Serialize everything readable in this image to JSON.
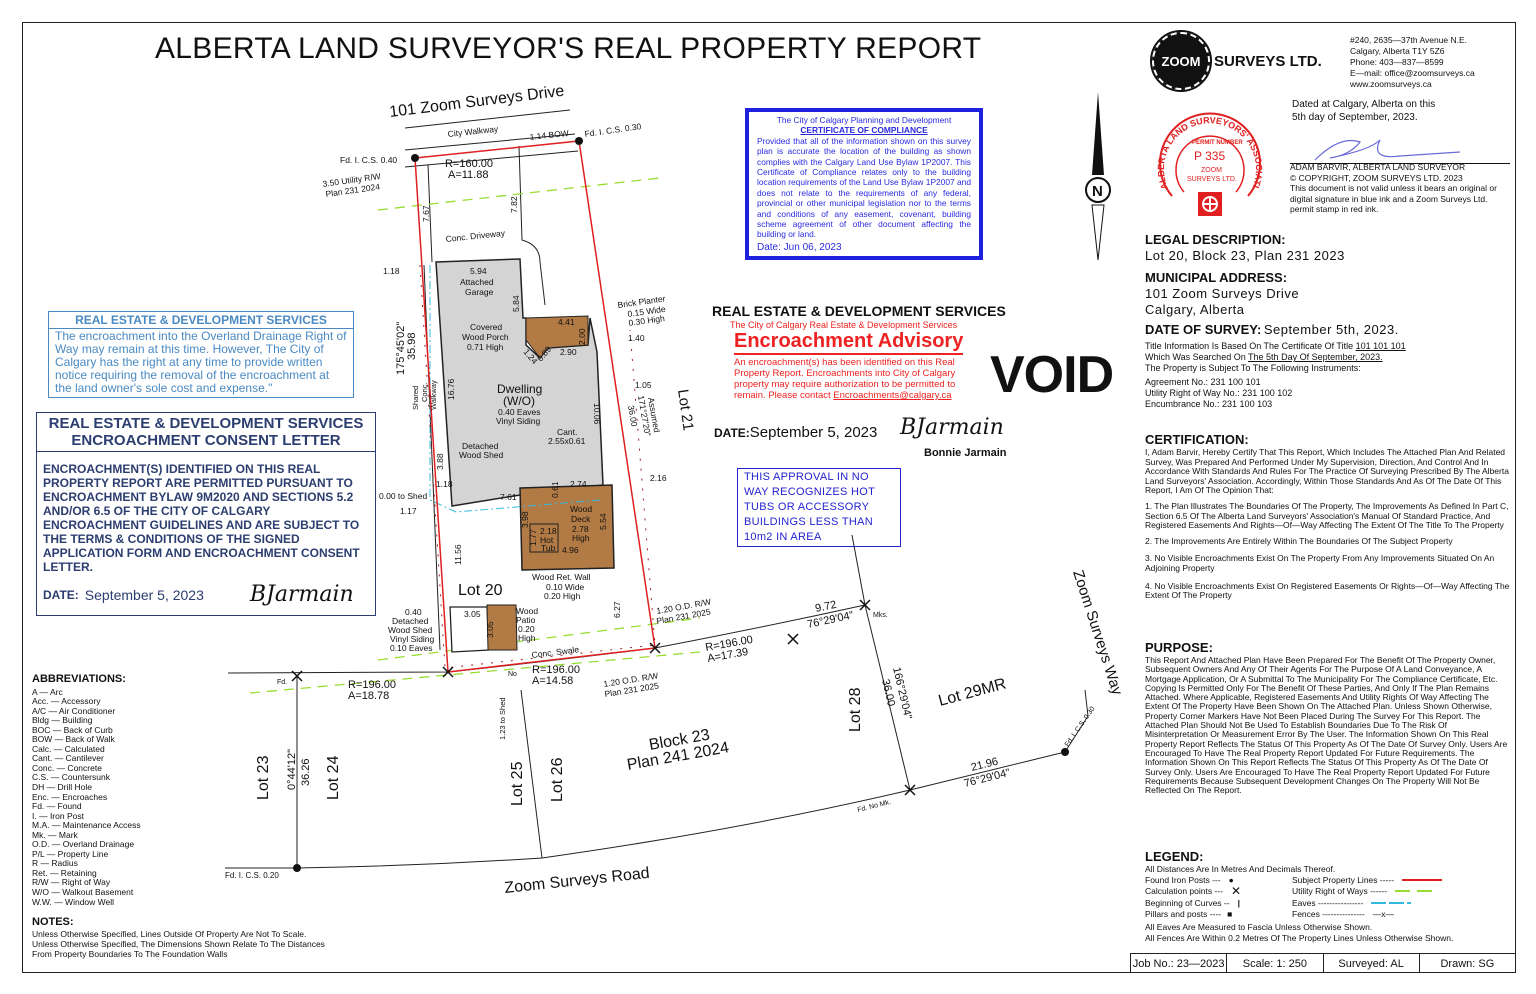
{
  "title": "ALBERTA LAND SURVEYOR'S REAL PROPERTY REPORT",
  "colors": {
    "property_line": "#e02020",
    "utility_row": "#99dd33",
    "eaves": "#33bbdd",
    "building": "#d4d4d4",
    "wood": "#b27a45",
    "city_blue": "#2020e0",
    "stamp_red": "#e02020"
  },
  "plan": {
    "drive": "101 Zoom Surveys Drive",
    "walkway": "City Walkway",
    "bow": "1.14 BOW",
    "fd_tl": "Fd. I. C.S. 0.40",
    "fd_tr": "Fd. I. C.S. 0.30",
    "curve_top_r": "R=160.00",
    "curve_top_a": "A=11.88",
    "utility1": "3.50 Utility R/W",
    "utility2": "Plan 231 2024",
    "d767": "7.67",
    "d782": "7.82",
    "driveway": "Conc. Driveway",
    "d118a": "1.18",
    "d594": "5.94",
    "garage1": "Attached",
    "garage2": "Garage",
    "d584": "5.84",
    "planter1": "Brick Planter",
    "planter2": "0.15 Wide",
    "planter3": "0.30 High",
    "d441": "4.41",
    "d200": "2.00",
    "d140": "1.40",
    "porch1": "Covered",
    "porch2": "Wood Porch",
    "porch3": "0.71 High",
    "d124": "1.24",
    "d089": "0.89",
    "d290": "2.90",
    "left_bearing": "175°45'02\"",
    "left_dist": "35.98",
    "shared": "Shared",
    "conc": "Conc.",
    "walkway2": "Walkway",
    "d1676": "16.76",
    "dwell1": "Dwelling",
    "dwell2": "(W/O)",
    "dwell3": "0.40 Eaves",
    "dwell4": "Vinyl Siding",
    "d105": "1.05",
    "assumed": "Assumed",
    "right_bearing": "171°27'20\"",
    "right_dist": "36.00",
    "lot21": "Lot 21",
    "d1006": "10.06",
    "cant1": "Cant.",
    "cant2": "2.55x0.61",
    "shed1": "Detached",
    "shed2": "Wood Shed",
    "d388": "3.88",
    "d118b": "1.18",
    "to_shed": "0.00 to Shed",
    "d117": "1.17",
    "d761": "7.61",
    "d061": "0.61",
    "d274": "2.74",
    "d216": "2.16",
    "d398": "3.98",
    "deck1": "Wood",
    "deck2": "Deck",
    "deck3": "2.78",
    "deck4": "High",
    "d554": "5.54",
    "d177": "1.77",
    "d218": "2.18",
    "tub1": "Hot",
    "tub2": "Tub",
    "d496": "4.96",
    "d1156": "11.56",
    "ret1": "Wood Ret. Wall",
    "ret2": "0.10 Wide",
    "ret3": "0.20 High",
    "lot20": "Lot 20",
    "d627": "6.27",
    "d040": "0.40",
    "shed2a": "Detached",
    "shed2b": "Wood Shed",
    "shed2c": "Vinyl Siding",
    "shed2d": "0.10 Eaves",
    "d305a": "3.05",
    "d305b": "3.05",
    "patio1": "Wood",
    "patio2": "Patio",
    "patio3": "0.20",
    "patio4": "High",
    "od1": "1.20 O.D. R/W",
    "od2": "Plan 231 2025",
    "swale": "Conc. Swale",
    "no": "No",
    "c1r": "R=196.00",
    "c1a": "A=14.58",
    "od3": "1.20 O.D. R/W",
    "od4": "Plan 231 2025",
    "c2r": "R=196.00",
    "c2a": "A=17.39",
    "d972": "9.72",
    "b7629a": "76°29'04\"",
    "mks": "Mks.",
    "fd_l": "Fd.",
    "c0r": "R=196.00",
    "c0a": "A=18.78",
    "to_shed2": "1.23 to Shed",
    "lot23": "Lot 23",
    "lot24": "Lot 24",
    "b044": "0°44'12\"",
    "d3626": "36.26",
    "fd_bl": "Fd. I. C.S. 0.20",
    "lot25": "Lot 25",
    "lot26": "Lot 26",
    "block1": "Block 23",
    "block2": "Plan 241 2024",
    "lot28": "Lot 28",
    "b166": "166°29'04\"",
    "d3600": "36.00",
    "lot29": "Lot 29MR",
    "way": "Zoom Surveys Way",
    "fd_r": "Fd. I. C.S. 0.30",
    "d2196": "21.96",
    "b7629b": "76°29'04\"",
    "fd_nomk": "Fd. No Mk.",
    "road": "Zoom Surveys Road",
    "north": "N"
  },
  "red_notice": {
    "header": "REAL ESTATE & DEVELOPMENT SERVICES",
    "body": "The encroachment into the Overland Drainage Right of Way may remain at this time. However, The City of Calgary has the right at any time to provide written notice requiring the removal of the encroachment at the land owner's sole cost and expense.\""
  },
  "consent": {
    "header1": "REAL ESTATE & DEVELOPMENT SERVICES",
    "header2": "ENCROACHMENT CONSENT LETTER",
    "body": "ENCROACHMENT(S) IDENTIFIED ON THIS REAL PROPERTY REPORT ARE PERMITTED PURSUANT TO ENCROACHMENT BYLAW 9M2020 AND SECTIONS 5.2 AND/OR 6.5 OF THE CITY OF CALGARY ENCROACHMENT GUIDELINES AND ARE SUBJECT TO THE TERMS & CONDITIONS OF THE SIGNED APPLICATION FORM AND ENCROACHMENT CONSENT LETTER.",
    "date_label": "DATE:",
    "date": "September 5, 2023",
    "signature": "BJarmain"
  },
  "compliance": {
    "line1": "The City of Calgary Planning and Development",
    "title": "CERTIFICATE OF COMPLIANCE",
    "body": "Provided that all of the information shown on this survey plan is accurate the location of the building as shown complies with the Calgary Land Use Bylaw 1P2007. This Certificate of Compliance relates only to the building location requirements of the Land Use Bylaw 1P2007 and does not relate to the requirements of any federal, provincial or other municipal legislation nor to the terms and conditions of any easement, covenant, building scheme agreement of other document affecting the building or land.",
    "date": "Date: Jun 06, 2023"
  },
  "advisory": {
    "header": "REAL ESTATE & DEVELOPMENT SERVICES",
    "sub": "The City of Calgary Real Estate & Development Services",
    "title": "Encroachment Advisory",
    "body": "An encroachment(s) has been identified on this Real Property Report. Encroachments into City of Calgary property may require authorization to be permitted to remain. Please contact ",
    "email": "Encroachments@calgary.ca",
    "void": "VOID",
    "date_label": "DATE:",
    "date": "September 5, 2023",
    "signer": "Bonnie Jarmain",
    "signature": "BJarmain"
  },
  "hot_tub_notice": "THIS APPROVAL IN NO WAY RECOGNIZES HOT TUBS OR ACCESSORY BUILDINGS LESS THAN 10m2 IN AREA",
  "abbreviations": {
    "heading": "ABBREVIATIONS:",
    "items": [
      "A — Arc",
      "Acc. — Accessory",
      "A/C — Air Conditioner",
      "Bldg — Building",
      "BOC — Back of Curb",
      "BOW — Back of Walk",
      "Calc. — Calculated",
      "Cant. — Cantilever",
      "Conc. — Concrete",
      "C.S. — Countersunk",
      "DH — Drill Hole",
      "Enc. — Encroaches",
      "Fd. — Found",
      "I. — Iron Post",
      "M.A. — Maintenance Access",
      "Mk. — Mark",
      "O.D. — Overland Drainage",
      "P/L — Property Line",
      "R — Radius",
      "Ret. — Retaining",
      "R/W — Right of Way",
      "W/O — Walkout Basement",
      "W.W. — Window Well"
    ]
  },
  "notes": {
    "heading": "NOTES:",
    "items": [
      "Unless Otherwise Specified, Lines Outside Of Property Are Not To Scale.",
      "Unless Otherwise Specified, The Dimensions Shown Relate To The Distances",
      "From Property Boundaries To The Foundation Walls"
    ]
  },
  "company": {
    "logo_word": "ZOOM",
    "name": "SURVEYS LTD.",
    "address1": "#240, 2635—37th Avenue N.E.",
    "address2": "Calgary, Alberta T1Y 5Z6",
    "phone": "Phone: 403—837—8599",
    "email": "E—mail: office@zoomsurveys.ca",
    "web": "www.zoomsurveys.ca"
  },
  "stamp": {
    "ring": "ALBERTA LAND SURVEYORS' ASSOCIATION",
    "permit": "PERMIT NUMBER",
    "number": "P 335",
    "name1": "ZOOM",
    "name2": "SURVEYS LTD."
  },
  "signoff": {
    "dated1": "Dated at Calgary, Alberta on this",
    "dated2": "5th day of September, 2023.",
    "surveyor": "ADAM BARVIR, ALBERTA LAND SURVEYOR",
    "copyright": "© COPYRIGHT, ZOOM SURVEYS LTD. 2023",
    "validity": "This document is not valid unless it bears an original or digital signature in blue ink and a Zoom Surveys Ltd. permit stamp in red ink."
  },
  "legal": {
    "heading": "LEGAL DESCRIPTION:",
    "value": "Lot 20, Block 23, Plan 231 2023"
  },
  "municipal": {
    "heading": "MUNICIPAL ADDRESS:",
    "line1": "101 Zoom Surveys Drive",
    "line2": "Calgary, Alberta"
  },
  "survey_date": {
    "heading": "DATE OF SURVEY:",
    "value": "September 5th, 2023."
  },
  "title_info": {
    "line1": "Title Information Is Based On The Certificate Of Title ",
    "title_no": "101 101 101",
    "line2": "Which Was Searched On ",
    "searched": "The 5th Day Of September, 2023.",
    "line3": "The Property is Subject To The Following Instruments:",
    "agreement": "Agreement No.: 231 100 101",
    "utility": "Utility Right of Way No.: 231 100 102",
    "encumbrance": "Encumbrance No.: 231 100 103"
  },
  "certification": {
    "heading": "CERTIFICATION:",
    "intro": "I, Adam Barvir, Hereby Certify That This Report, Which Includes The Attached Plan And Related Survey, Was Prepared And Performed Under My Supervision, Direction, And Control And In Accordance With Standards And Rules For The Practice Of Surveying Prescribed By The Alberta Land Surveyors' Association. Accordingly, Within Those Standards And As Of The Date Of This Report, I Am Of The Opinion That:",
    "items": [
      "1. The Plan Illustrates The Boundaries Of The Property, The Improvements As Defined In Part C, Section 6.5 Of The Alberta Land Surveyors' Association's Manual Of Standard Practice, And Registered Easements And Rights—Of—Way Affecting The Extent Of The Title To The Property",
      "2. The Improvements Are Entirely Within The Boundaries Of The Subject Property",
      "3. No Visible Encroachments Exist On The Property From Any Improvements Situated On An Adjoining Property",
      "4. No Visible Encroachments Exist On Registered Easements Or Rights—Of—Way Affecting The Extent Of The Property"
    ]
  },
  "purpose": {
    "heading": "PURPOSE:",
    "body": "This Report And Attached Plan Have Been Prepared For The Benefit Of The Property Owner, Subsequent Owners And Any Of Their Agents For The Purpose Of A Land Conveyance, A Mortgage Application, Or A Submittal To The Municipality For The Compliance Certificate, Etc. Copying Is Permitted Only For The Benefit Of These Parties, And Only If The Plan Remains Attached. Where Applicable, Registered Easements And Utility Rights Of Way Affecting The Extent Of The Property Have Been Shown On The Attached Plan. Unless Shown Otherwise, Property Corner Markers Have Not Been Placed During The Survey For This Report. The Attached Plan Should Not Be Used To Establish Boundaries Due To The Risk Of Misinterpretation Or Measurement Error By The User. The Information Shown On This Real Property Report Reflects The Status Of This Property As Of The Date Of Survey Only. Users Are Encouraged To Have The Real Property Report Updated For Future Requirements. The Information Shown On This Report Reflects The Status Of This Property As Of The Date Of Survey Only. Users Are Encouraged To Have The Real Property Report Updated For Future Requirements Because Subsequent Development Changes On The Property Will Not Be Reflected On The Report."
  },
  "legend": {
    "heading": "LEGEND:",
    "units": "All Distances Are In Metres And Decimals Thereof.",
    "iron": "Found Iron Posts ---",
    "calc": "Calculation points ---",
    "curves": "Beginning of Curves --",
    "pillars": "Pillars and posts ----",
    "property": "Subject Property Lines -----",
    "utility": "Utility Right of Ways ------",
    "eaves": "Eaves ----------------",
    "fences": "Fences ---------------",
    "fence_sym": "—x—",
    "note1": "All Eaves Are Measured to Fascia Unless Otherwise Shown.",
    "note2": "All Fences Are Within 0.2 Metres Of The Property Lines Unless Otherwise Shown."
  },
  "title_block": {
    "job": "Job No.: 23—2023",
    "scale": "Scale: 1: 250",
    "surveyed": "Surveyed: AL",
    "drawn": "Drawn: SG"
  }
}
